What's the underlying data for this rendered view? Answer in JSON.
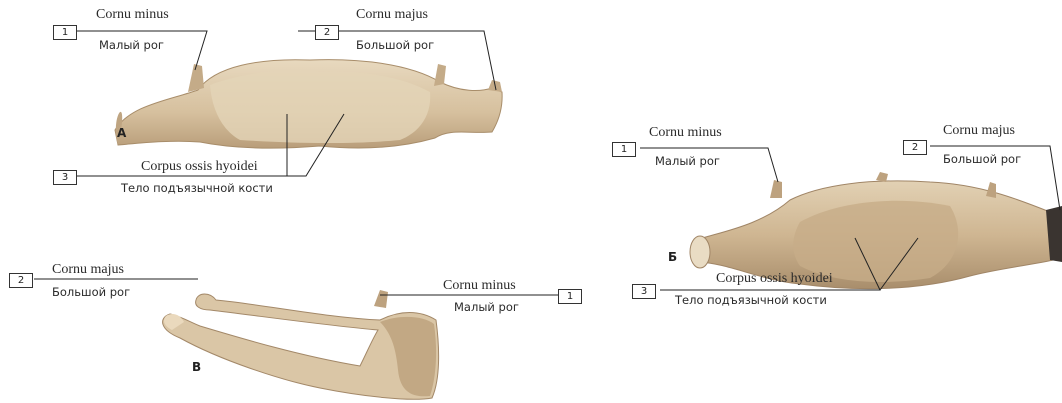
{
  "views": {
    "A": {
      "letter": "А",
      "labels": {
        "minus": {
          "num": "1",
          "latin": "Cornu minus",
          "russian": "Малый рог"
        },
        "majus": {
          "num": "2",
          "latin": "Cornu majus",
          "russian": "Большой рог"
        },
        "corpus": {
          "num": "3",
          "latin": "Corpus ossis hyoidei",
          "russian": "Тело подъязычной кости"
        }
      }
    },
    "B": {
      "letter": "Б",
      "labels": {
        "minus": {
          "num": "1",
          "latin": "Cornu minus",
          "russian": "Малый рог"
        },
        "majus": {
          "num": "2",
          "latin": "Cornu majus",
          "russian": "Большой рог"
        },
        "corpus": {
          "num": "3",
          "latin": "Corpus ossis hyoidei",
          "russian": "Тело подъязычной кости"
        }
      }
    },
    "V": {
      "letter": "В",
      "labels": {
        "majus": {
          "num": "2",
          "latin": "Cornu majus",
          "russian": "Большой рог"
        },
        "minus": {
          "num": "1",
          "latin": "Cornu minus",
          "russian": "Малый рог"
        }
      }
    }
  },
  "colors": {
    "bone": "#d8c4a4",
    "bone_light": "#e9dcc4",
    "bone_shadow": "#b39a78",
    "line": "#222222"
  }
}
